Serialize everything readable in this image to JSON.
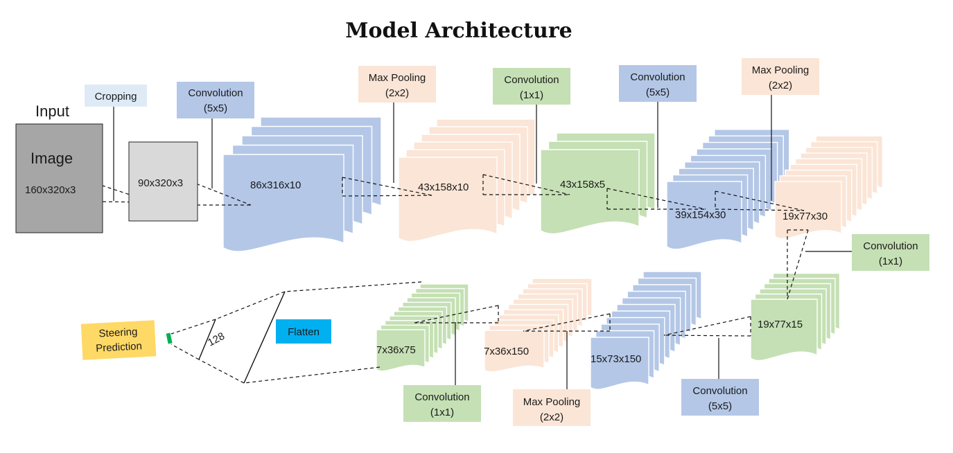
{
  "title": "Model Architecture",
  "input": {
    "heading": "Input",
    "image_label": "Image",
    "image_dims": "160x320x3"
  },
  "labels": {
    "cropping": "Cropping",
    "conv1": [
      "Convolution",
      "(5x5)"
    ],
    "maxpool1": [
      "Max Pooling",
      "(2x2)"
    ],
    "conv2": [
      "Convolution",
      "(1x1)"
    ],
    "conv3": [
      "Convolution",
      "(5x5)"
    ],
    "maxpool2": [
      "Max Pooling",
      "(2x2)"
    ],
    "conv4": [
      "Convolution",
      "(1x1)"
    ],
    "conv5": [
      "Convolution",
      "(5x5)"
    ],
    "maxpool3": [
      "Max Pooling",
      "(2x2)"
    ],
    "conv6": [
      "Convolution",
      "(1x1)"
    ],
    "flatten": "Flatten",
    "steering": [
      "Steering",
      "Prediction"
    ],
    "dense": "128"
  },
  "dims": {
    "cropped": "90x320x3",
    "conv1": "86x316x10",
    "pool1": "43x158x10",
    "conv2": "43x158x5",
    "conv3": "39x154x30",
    "pool2": "19x77x30",
    "conv4": "19x77x15",
    "conv5": "15x73x150",
    "pool3": "7x36x150",
    "conv6": "7x36x75"
  },
  "colors": {
    "blue": "#b4c7e7",
    "blue_label": "#b4c7e7",
    "peach": "#fbe5d6",
    "peach_label": "#fbe5d6",
    "green": "#c5e0b4",
    "green_label": "#c5e0b4",
    "crop_label": "#deebf7",
    "input_gray": "#a6a6a6",
    "crop_gray": "#d9d9d9",
    "flatten": "#00b0f0",
    "steering": "#ffd966",
    "output_bar": "#00b050"
  }
}
